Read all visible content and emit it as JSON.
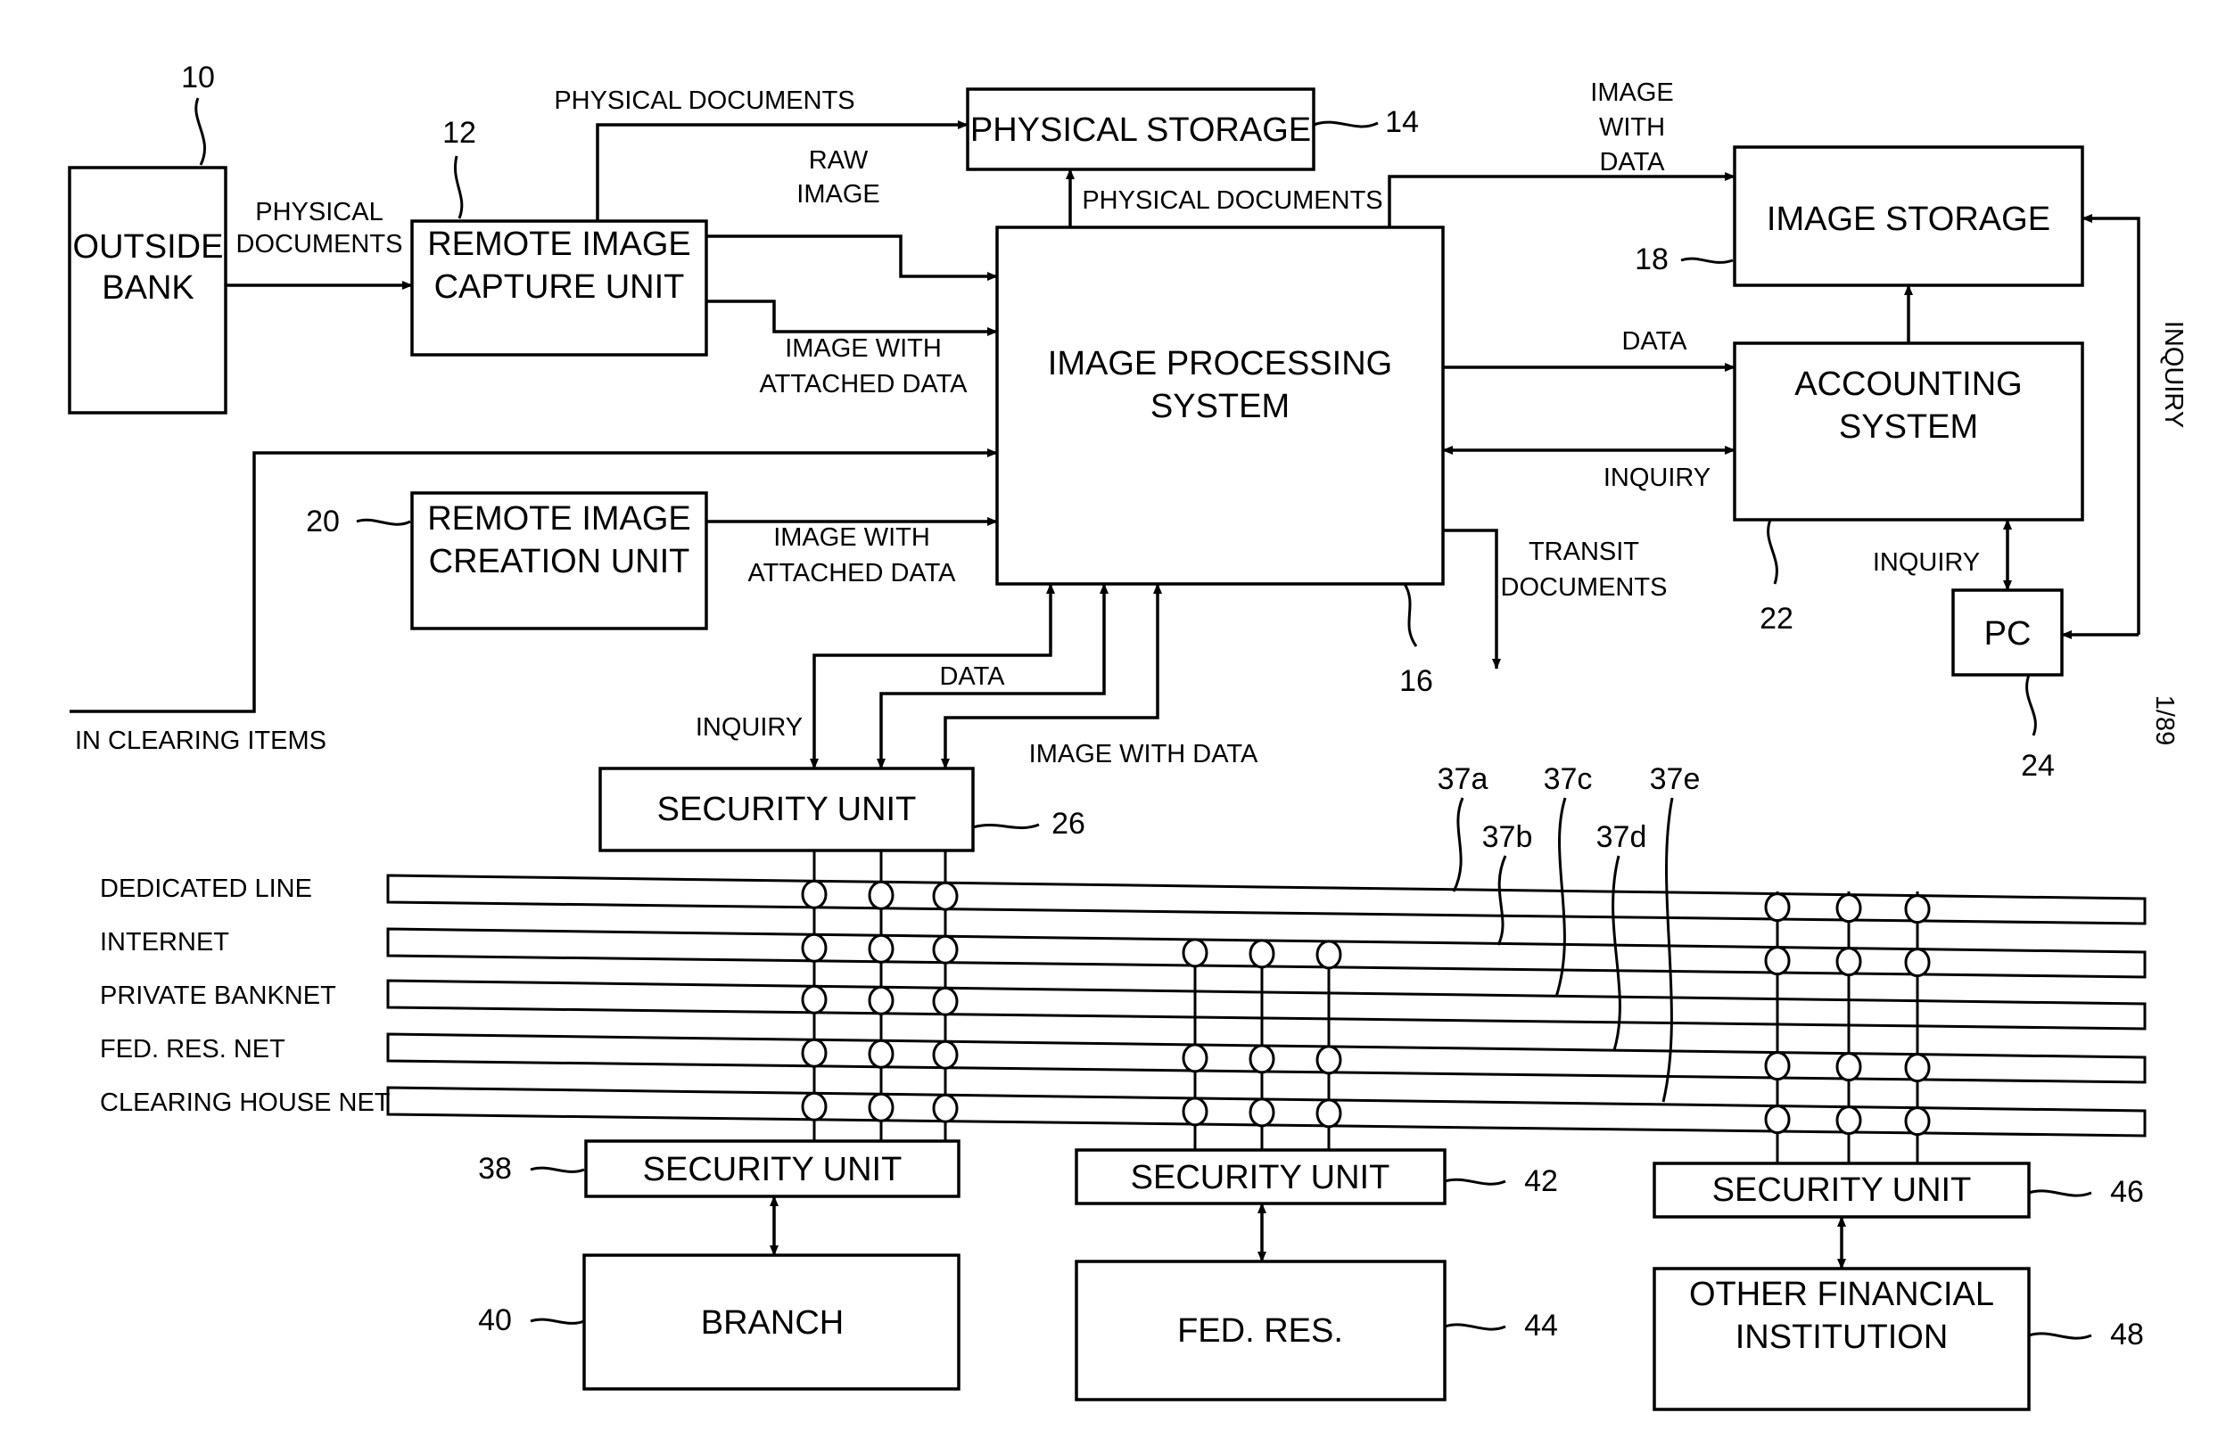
{
  "boxes": {
    "outside_bank": [
      "OUTSIDE",
      "BANK"
    ],
    "remote_capture": [
      "REMOTE IMAGE",
      "CAPTURE UNIT"
    ],
    "physical_storage": [
      "PHYSICAL STORAGE"
    ],
    "image_processing": [
      "IMAGE PROCESSING",
      "SYSTEM"
    ],
    "image_storage": [
      "IMAGE STORAGE"
    ],
    "accounting": [
      "ACCOUNTING",
      "SYSTEM"
    ],
    "remote_creation": [
      "REMOTE IMAGE",
      "CREATION UNIT"
    ],
    "pc": [
      "PC"
    ],
    "security_top": [
      "SECURITY UNIT"
    ],
    "security_branch": [
      "SECURITY UNIT"
    ],
    "security_fed": [
      "SECURITY UNIT"
    ],
    "security_other": [
      "SECURITY UNIT"
    ],
    "branch": [
      "BRANCH"
    ],
    "fed_res": [
      "FED. RES."
    ],
    "other_fi": [
      "OTHER FINANCIAL",
      "INSTITUTION"
    ]
  },
  "labels": {
    "physical_documents_1": [
      "PHYSICAL",
      "DOCUMENTS"
    ],
    "physical_documents_2": [
      "PHYSICAL DOCUMENTS"
    ],
    "physical_documents_3": [
      "PHYSICAL DOCUMENTS"
    ],
    "raw_image": [
      "RAW",
      "IMAGE"
    ],
    "image_attached_1": [
      "IMAGE WITH",
      "ATTACHED DATA"
    ],
    "image_attached_2": [
      "IMAGE WITH",
      "ATTACHED DATA"
    ],
    "image_with_data_top": [
      "IMAGE",
      "WITH",
      "DATA"
    ],
    "data_right": [
      "DATA"
    ],
    "inquiry_right": [
      "INQUIRY"
    ],
    "inquiry_pc": [
      "INQUIRY"
    ],
    "inquiry_vertical": [
      "INQUIRY"
    ],
    "transit_documents": [
      "TRANSIT",
      "DOCUMENTS"
    ],
    "in_clearing_items": [
      "IN CLEARING ITEMS"
    ],
    "inquiry_bottom": [
      "INQUIRY"
    ],
    "data_bottom": [
      "DATA"
    ],
    "image_with_data_bottom": [
      "IMAGE WITH DATA"
    ]
  },
  "networks": [
    "DEDICATED LINE",
    "INTERNET",
    "PRIVATE BANKNET",
    "FED. RES. NET",
    "CLEARING HOUSE NET"
  ],
  "refs": {
    "r10": "10",
    "r12": "12",
    "r14": "14",
    "r16": "16",
    "r18": "18",
    "r20": "20",
    "r22": "22",
    "r24": "24",
    "r26": "26",
    "r37a": "37a",
    "r37b": "37b",
    "r37c": "37c",
    "r37d": "37d",
    "r37e": "37e",
    "r38": "38",
    "r40": "40",
    "r42": "42",
    "r44": "44",
    "r46": "46",
    "r48": "48"
  },
  "sheet_number": "1/89"
}
